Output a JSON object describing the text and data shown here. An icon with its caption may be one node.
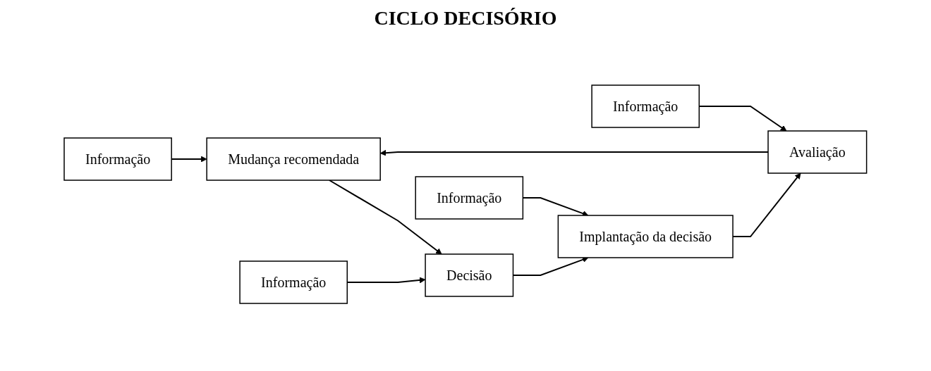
{
  "diagram": {
    "title": "CICLO DECISÓRIO",
    "nodes": [
      {
        "text": [
          "Informação"
        ]
      },
      {
        "text": [
          "Mudança recomendada"
        ]
      },
      {
        "text": [
          "Informação"
        ]
      },
      {
        "text": [
          "Avaliação"
        ]
      },
      {
        "text": [
          "Decisão"
        ]
      },
      {
        "text": [
          "Informação"
        ]
      },
      {
        "text": [
          "Implantação da decisão"
        ]
      },
      {
        "text": [
          "Informação"
        ]
      }
    ],
    "edges": [
      {
        "from": 0,
        "to": 1,
        "arrow": "to"
      },
      {
        "from": 3,
        "to": 1,
        "arrow": "to"
      },
      {
        "from": 1,
        "to": 4,
        "arrow": "to"
      },
      {
        "from": 2,
        "to": 3,
        "arrow": "to"
      },
      {
        "from": 5,
        "to": 4,
        "arrow": "to"
      },
      {
        "from": 4,
        "to": 6,
        "arrow": "to"
      },
      {
        "from": 6,
        "to": 3,
        "arrow": "to"
      },
      {
        "from": 7,
        "to": 6,
        "arrow": "to"
      }
    ]
  }
}
